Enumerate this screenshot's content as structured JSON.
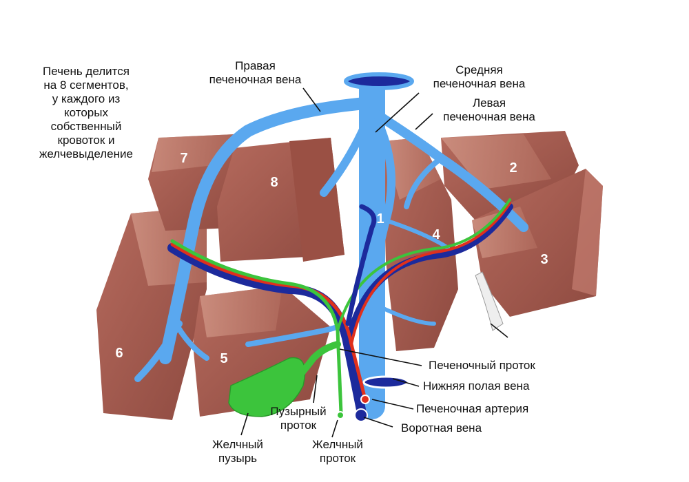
{
  "intro": "Печень делится\nна 8 сегментов,\nу каждого из\nкоторых\nсобственный\nкровоток и\nжелчевыделение",
  "labels": {
    "right_hepatic_vein": "Правая\nпеченочная вена",
    "middle_hepatic_vein": "Средняя\nпеченочная вена",
    "left_hepatic_vein": "Левая\nпеченочная вена",
    "hepatic_duct": "Печеночный проток",
    "inferior_vena_cava": "Нижняя полая вена",
    "hepatic_artery": "Печеночная артерия",
    "portal_vein": "Воротная вена",
    "cystic_duct": "Пузырный\nпроток",
    "gallbladder": "Желчный\nпузырь",
    "bile_duct": "Желчный\nпроток"
  },
  "segments": [
    "1",
    "2",
    "3",
    "4",
    "5",
    "6",
    "7",
    "8"
  ],
  "colors": {
    "liver": "#a0564a",
    "liver_light": "#c47d70",
    "liver_cut": "#b86a5c",
    "vein_blue": "#5aa8ef",
    "portal_blue": "#1c2a9c",
    "artery_red": "#e0301c",
    "bile_green": "#3cc43c"
  }
}
